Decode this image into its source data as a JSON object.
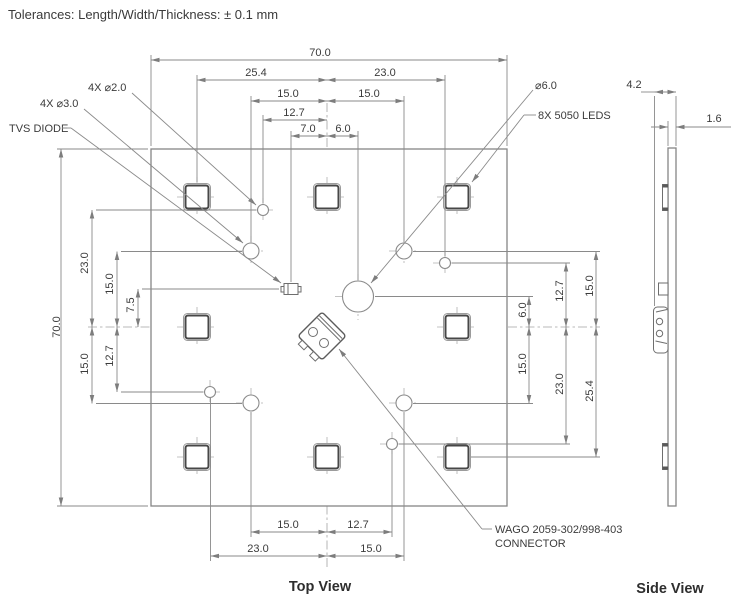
{
  "header": {
    "tolerances": "Tolerances: Length/Width/Thickness: ± 0.1 mm"
  },
  "views": {
    "top_label": "Top View",
    "side_label": "Side View"
  },
  "callouts": {
    "small_holes": "4X ⌀2.0",
    "medium_holes": "4X ⌀3.0",
    "tvs_diode": "TVS DIODE",
    "center_hole": "⌀6.0",
    "leds": "8X 5050 LEDS",
    "connector_line1": "WAGO 2059-302/998-403",
    "connector_line2": "CONNECTOR"
  },
  "dims": {
    "top": {
      "overall": "70.0",
      "d25_4": "25.4",
      "d23": "23.0",
      "d15l": "15.0",
      "d15r": "15.0",
      "d12_7": "12.7",
      "d7": "7.0",
      "d6": "6.0"
    },
    "left": {
      "overall": "70.0",
      "d23": "23.0",
      "d15": "15.0",
      "d7_5": "7.5",
      "d15b": "15.0",
      "d12_7b": "12.7"
    },
    "right": {
      "d6": "6.0",
      "d12_7": "12.7",
      "d15": "15.0",
      "d15b": "15.0",
      "d23b": "23.0",
      "d25_4b": "25.4"
    },
    "bottom": {
      "d15": "15.0",
      "d12_7": "12.7",
      "d23": "23.0",
      "d15b": "15.0"
    },
    "side": {
      "d4_2": "4.2",
      "d1_6": "1.6"
    }
  },
  "colors": {
    "line_gray": "#8a8a8a",
    "text_dark": "#3b3b3b"
  }
}
